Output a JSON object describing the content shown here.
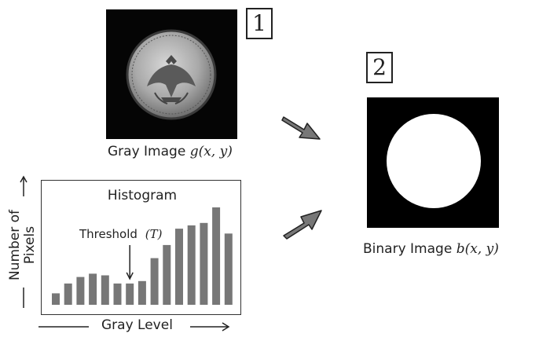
{
  "gray_image": {
    "caption": "Gray Image",
    "math": "g(x, y)",
    "step": "1"
  },
  "binary_image": {
    "caption": "Binary Image",
    "math": "b(x, y)",
    "step": "2"
  },
  "histogram": {
    "title": "Histogram",
    "threshold_label": "Threshold",
    "threshold_symbol": "(T)",
    "y_label_line1": "Number of",
    "y_label_line2": "Pixels",
    "x_label": "Gray Level"
  },
  "chart_data": {
    "type": "bar",
    "title": "Histogram",
    "xlabel": "Gray Level",
    "ylabel": "Number of Pixels",
    "values": [
      14,
      26,
      34,
      38,
      36,
      26,
      26,
      29,
      57,
      73,
      93,
      97,
      100,
      119,
      87
    ],
    "threshold_index": 6,
    "threshold_label": "Threshold (T)",
    "bar_color": "#777777"
  },
  "colors": {
    "background": "#ffffff",
    "arrow_fill": "#777777",
    "arrow_stroke": "#222222",
    "image_bg": "#000000",
    "coin_fg": "#ffffff"
  },
  "icons": {
    "flow_arrow_1": "arrow-down-right-icon",
    "flow_arrow_2": "arrow-up-right-icon"
  }
}
